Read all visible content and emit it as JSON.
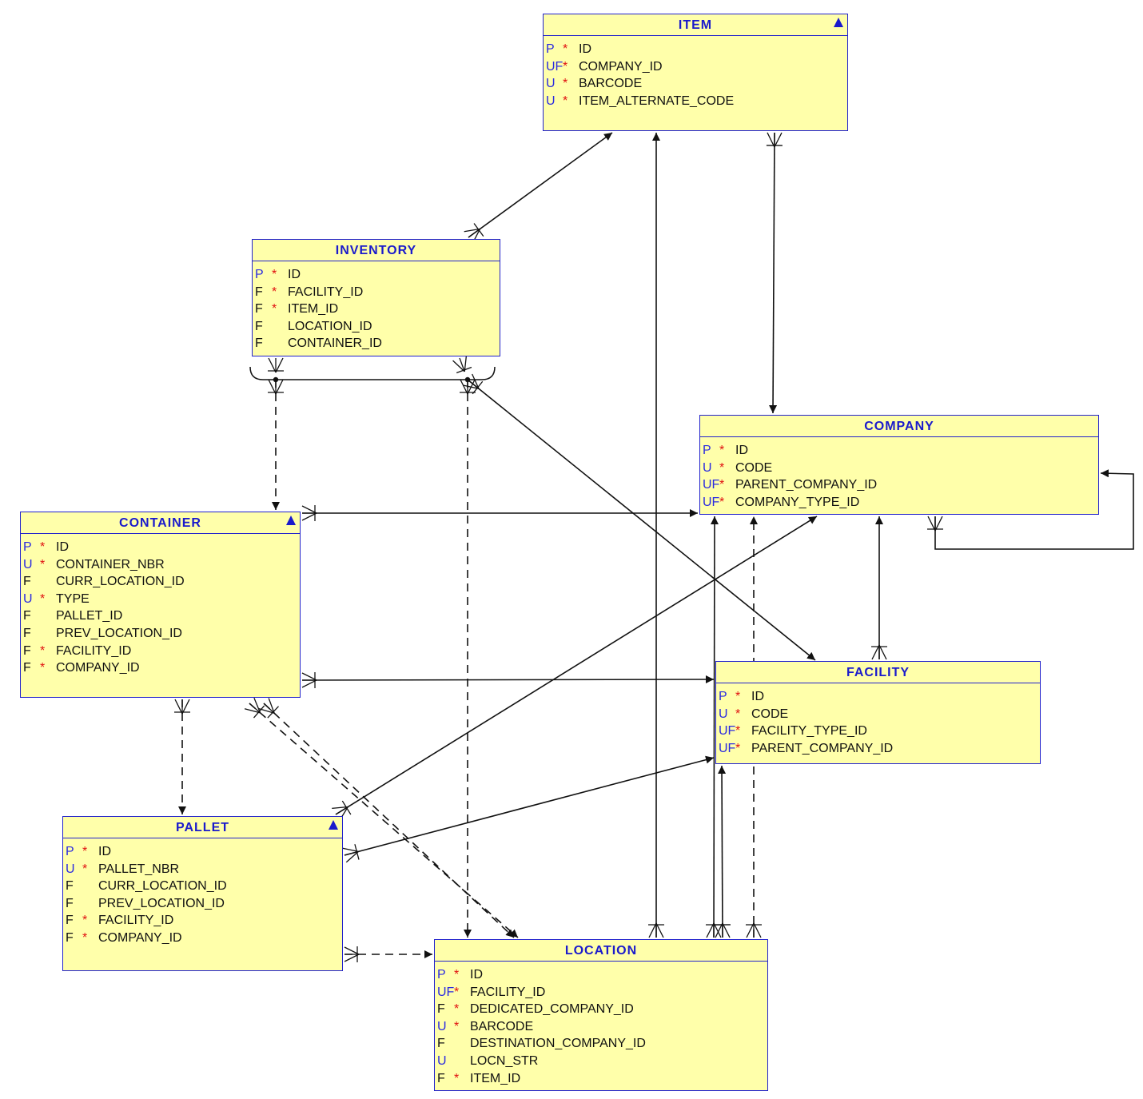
{
  "entities": [
    {
      "id": "item",
      "name": "ITEM",
      "marker": true,
      "columns": [
        {
          "key": "P",
          "key_color": "blue",
          "req": "*",
          "name": "ID"
        },
        {
          "key": "UF",
          "key_color": "blue",
          "req": "*",
          "name": "COMPANY_ID"
        },
        {
          "key": "U",
          "key_color": "blue",
          "req": "*",
          "name": "BARCODE"
        },
        {
          "key": "U",
          "key_color": "blue",
          "req": "*",
          "name": "ITEM_ALTERNATE_CODE"
        }
      ]
    },
    {
      "id": "inventory",
      "name": "INVENTORY",
      "marker": false,
      "columns": [
        {
          "key": "P",
          "key_color": "blue",
          "req": "*",
          "name": "ID"
        },
        {
          "key": "F",
          "key_color": "black",
          "req": "*",
          "name": "FACILITY_ID"
        },
        {
          "key": "F",
          "key_color": "black",
          "req": "*",
          "name": "ITEM_ID"
        },
        {
          "key": "F",
          "key_color": "black",
          "req": "",
          "name": "LOCATION_ID"
        },
        {
          "key": "F",
          "key_color": "black",
          "req": "",
          "name": "CONTAINER_ID"
        }
      ]
    },
    {
      "id": "company",
      "name": "COMPANY",
      "marker": false,
      "columns": [
        {
          "key": "P",
          "key_color": "blue",
          "req": "*",
          "name": "ID"
        },
        {
          "key": "U",
          "key_color": "blue",
          "req": "*",
          "name": "CODE"
        },
        {
          "key": "UF",
          "key_color": "blue",
          "req": "*",
          "name": "PARENT_COMPANY_ID"
        },
        {
          "key": "UF",
          "key_color": "blue",
          "req": "*",
          "name": "COMPANY_TYPE_ID"
        }
      ]
    },
    {
      "id": "container",
      "name": "CONTAINER",
      "marker": true,
      "columns": [
        {
          "key": "P",
          "key_color": "blue",
          "req": "*",
          "name": "ID"
        },
        {
          "key": "U",
          "key_color": "blue",
          "req": "*",
          "name": "CONTAINER_NBR"
        },
        {
          "key": "F",
          "key_color": "black",
          "req": "",
          "name": "CURR_LOCATION_ID"
        },
        {
          "key": "U",
          "key_color": "blue",
          "req": "*",
          "name": "TYPE"
        },
        {
          "key": "F",
          "key_color": "black",
          "req": "",
          "name": "PALLET_ID"
        },
        {
          "key": "F",
          "key_color": "black",
          "req": "",
          "name": "PREV_LOCATION_ID"
        },
        {
          "key": "F",
          "key_color": "black",
          "req": "*",
          "name": "FACILITY_ID"
        },
        {
          "key": "F",
          "key_color": "black",
          "req": "*",
          "name": "COMPANY_ID"
        }
      ]
    },
    {
      "id": "facility",
      "name": "FACILITY",
      "marker": false,
      "columns": [
        {
          "key": "P",
          "key_color": "blue",
          "req": "*",
          "name": "ID"
        },
        {
          "key": "U",
          "key_color": "blue",
          "req": "*",
          "name": "CODE"
        },
        {
          "key": "UF",
          "key_color": "blue",
          "req": "*",
          "name": "FACILITY_TYPE_ID"
        },
        {
          "key": "UF",
          "key_color": "blue",
          "req": "*",
          "name": "PARENT_COMPANY_ID"
        }
      ]
    },
    {
      "id": "pallet",
      "name": "PALLET",
      "marker": true,
      "columns": [
        {
          "key": "P",
          "key_color": "blue",
          "req": "*",
          "name": "ID"
        },
        {
          "key": "U",
          "key_color": "blue",
          "req": "*",
          "name": "PALLET_NBR"
        },
        {
          "key": "F",
          "key_color": "black",
          "req": "",
          "name": "CURR_LOCATION_ID"
        },
        {
          "key": "F",
          "key_color": "black",
          "req": "",
          "name": "PREV_LOCATION_ID"
        },
        {
          "key": "F",
          "key_color": "black",
          "req": "*",
          "name": "FACILITY_ID"
        },
        {
          "key": "F",
          "key_color": "black",
          "req": "*",
          "name": "COMPANY_ID"
        }
      ]
    },
    {
      "id": "location",
      "name": "LOCATION",
      "marker": false,
      "columns": [
        {
          "key": "P",
          "key_color": "blue",
          "req": "*",
          "name": "ID"
        },
        {
          "key": "UF",
          "key_color": "blue",
          "req": "*",
          "name": "FACILITY_ID"
        },
        {
          "key": "F",
          "key_color": "black",
          "req": "*",
          "name": "DEDICATED_COMPANY_ID"
        },
        {
          "key": "U",
          "key_color": "blue",
          "req": "*",
          "name": "BARCODE"
        },
        {
          "key": "F",
          "key_color": "black",
          "req": "",
          "name": "DESTINATION_COMPANY_ID"
        },
        {
          "key": "U",
          "key_color": "blue",
          "req": "",
          "name": "LOCN_STR"
        },
        {
          "key": "F",
          "key_color": "black",
          "req": "*",
          "name": "ITEM_ID"
        }
      ]
    }
  ],
  "relationships": [
    {
      "id": "inventory-item",
      "from": "inventory",
      "to": "item",
      "style": "solid",
      "from_end": "crowfoot",
      "to_end": "arrow"
    },
    {
      "id": "location-item",
      "from": "location",
      "to": "item",
      "style": "solid",
      "from_end": "crowfoot",
      "to_end": "arrow"
    },
    {
      "id": "item-company",
      "from": "item",
      "to": "company",
      "style": "solid",
      "from_end": "crowfoot",
      "to_end": "arrow"
    },
    {
      "id": "inventory-container",
      "from": "inventory",
      "to": "container",
      "style": "dashed",
      "from_end": "crowfoot",
      "to_end": "arrow"
    },
    {
      "id": "inventory-location",
      "from": "inventory",
      "to": "location",
      "style": "dashed",
      "from_end": "crowfoot",
      "to_end": "arrow"
    },
    {
      "id": "inventory-facility",
      "from": "inventory",
      "to": "facility",
      "style": "solid",
      "from_end": "crowfoot",
      "to_end": "arrow"
    },
    {
      "id": "container-company",
      "from": "container",
      "to": "company",
      "style": "solid",
      "from_end": "crowfoot",
      "to_end": "arrow"
    },
    {
      "id": "container-facility",
      "from": "container",
      "to": "facility",
      "style": "solid",
      "from_end": "crowfoot",
      "to_end": "arrow"
    },
    {
      "id": "container-pallet",
      "from": "container",
      "to": "pallet",
      "style": "dashed",
      "from_end": "crowfoot",
      "to_end": "arrow"
    },
    {
      "id": "container-location-curr",
      "from": "container",
      "to": "location",
      "style": "dashed",
      "from_end": "crowfoot",
      "to_end": "arrow"
    },
    {
      "id": "container-location-prev",
      "from": "container",
      "to": "location",
      "style": "dashed",
      "from_end": "crowfoot",
      "to_end": "arrow"
    },
    {
      "id": "company-self",
      "from": "company",
      "to": "company",
      "style": "solid",
      "from_end": "crowfoot",
      "to_end": "arrow"
    },
    {
      "id": "facility-company",
      "from": "facility",
      "to": "company",
      "style": "solid",
      "from_end": "crowfoot",
      "to_end": "arrow"
    },
    {
      "id": "pallet-company",
      "from": "pallet",
      "to": "company",
      "style": "solid",
      "from_end": "crowfoot",
      "to_end": "arrow"
    },
    {
      "id": "pallet-facility",
      "from": "pallet",
      "to": "facility",
      "style": "solid",
      "from_end": "crowfoot",
      "to_end": "arrow"
    },
    {
      "id": "pallet-location",
      "from": "pallet",
      "to": "location",
      "style": "dashed",
      "from_end": "crowfoot",
      "to_end": "arrow"
    },
    {
      "id": "location-company-dedicated",
      "from": "location",
      "to": "company",
      "style": "solid",
      "from_end": "crowfoot",
      "to_end": "arrow"
    },
    {
      "id": "location-company-destination",
      "from": "location",
      "to": "company",
      "style": "dashed",
      "from_end": "crowfoot",
      "to_end": "arrow"
    },
    {
      "id": "location-facility",
      "from": "location",
      "to": "facility",
      "style": "solid",
      "from_end": "crowfoot",
      "to_end": "arrow"
    }
  ],
  "colors": {
    "entity_fill": "#ffffaa",
    "entity_border": "#2222cc",
    "title_text": "#1a1acc",
    "key_blue": "#2a2ae0",
    "mandatory": "#e01010",
    "connector": "#111111"
  }
}
